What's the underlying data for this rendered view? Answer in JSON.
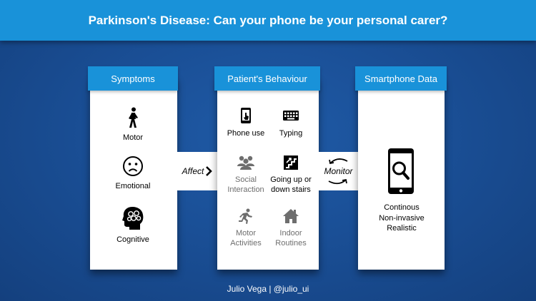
{
  "title": "Parkinson's Disease: Can your phone be your personal carer?",
  "symptoms": {
    "header": "Symptoms",
    "items": [
      "Motor",
      "Emotional",
      "Cognitive"
    ]
  },
  "behaviour": {
    "header": "Patient's Behaviour",
    "items": [
      {
        "label": "Phone use",
        "icon": "phone-touch-icon"
      },
      {
        "label": "Typing",
        "icon": "keyboard-icon"
      },
      {
        "label": "Social Interaction",
        "icon": "people-icon"
      },
      {
        "label": "Going up or down stairs",
        "icon": "stairs-icon"
      },
      {
        "label": "Motor Activities",
        "icon": "running-icon"
      },
      {
        "label": "Indoor Routines",
        "icon": "house-icon"
      }
    ]
  },
  "smartphone": {
    "header": "Smartphone Data",
    "lines": [
      "Continous",
      "Non-invasive",
      "Realistic"
    ]
  },
  "connectors": {
    "affect": "Affect",
    "monitor": "Monitor"
  },
  "footer": "Julio Vega | @julio_ui",
  "colors": {
    "header_blue": "#1992d9",
    "background_blue": "#1a4f96",
    "muted_text": "#6e6e6e"
  }
}
